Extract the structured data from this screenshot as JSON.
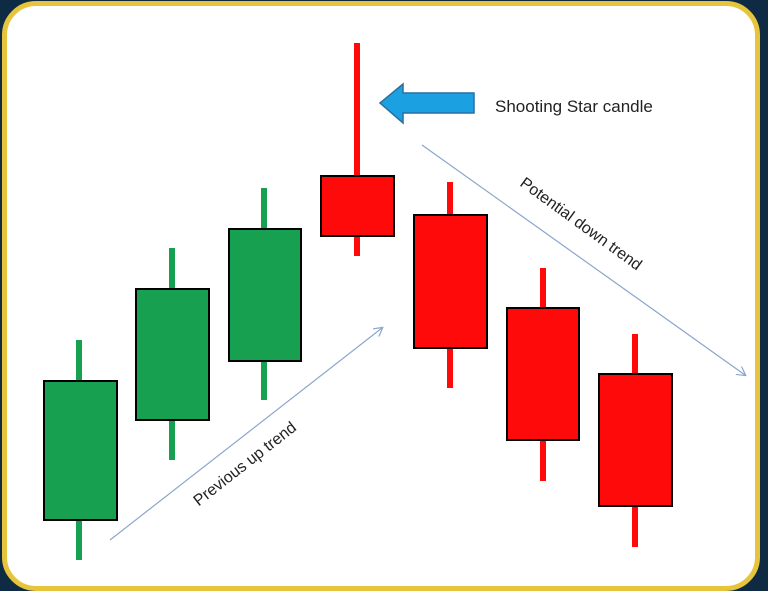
{
  "labels": {
    "shooting_star": "Shooting Star candle",
    "up_trend": "Previous up trend",
    "down_trend": "Potential down trend"
  },
  "colors": {
    "bullish": "#16a04f",
    "bearish": "#ff0a0a",
    "pointer_arrow": "#1ba1e2",
    "trend_line": "#8aa6cc",
    "frame": "#e6c43c",
    "background": "#0f2b44"
  }
}
